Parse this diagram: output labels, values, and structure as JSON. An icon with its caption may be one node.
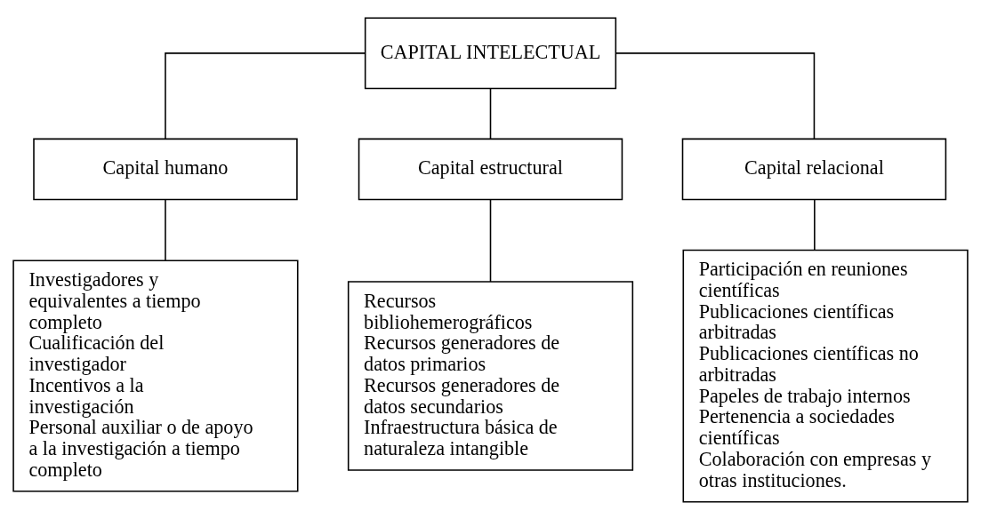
{
  "diagram": {
    "nodes": [
      {
        "text": [
          "CAPITAL INTELECTUAL"
        ]
      },
      {
        "text": [
          "Capital humano"
        ]
      },
      {
        "text": [
          "Capital estructural"
        ]
      },
      {
        "text": [
          "Capital relacional"
        ]
      },
      {
        "text": [
          "Investigadores y equivalentes a tiempo completo",
          "Cualificación del investigador",
          "Incentivos a la investigación",
          "Personal auxiliar o de apoyo a la investigación a tiempo completo"
        ]
      },
      {
        "text": [
          "Recursos bibliohemerográficos",
          "Recursos generadores de datos primarios",
          "Recursos generadores de datos secundarios",
          "Infraestructura básica de naturaleza intangible"
        ]
      },
      {
        "text": [
          "Participación en reuniones científicas",
          "Publicaciones científicas arbitradas",
          "Publicaciones científicas no arbitradas",
          "Papeles de trabajo internos",
          "Pertenencia a sociedades científicas",
          "Colaboración con empresas y otras instituciones."
        ]
      }
    ],
    "edges": [
      {
        "from": 0,
        "to": 1,
        "arrow": "none"
      },
      {
        "from": 0,
        "to": 2,
        "arrow": "none"
      },
      {
        "from": 0,
        "to": 3,
        "arrow": "none"
      },
      {
        "from": 1,
        "to": 4,
        "arrow": "none"
      },
      {
        "from": 2,
        "to": 5,
        "arrow": "none"
      },
      {
        "from": 3,
        "to": 6,
        "arrow": "none"
      }
    ]
  }
}
